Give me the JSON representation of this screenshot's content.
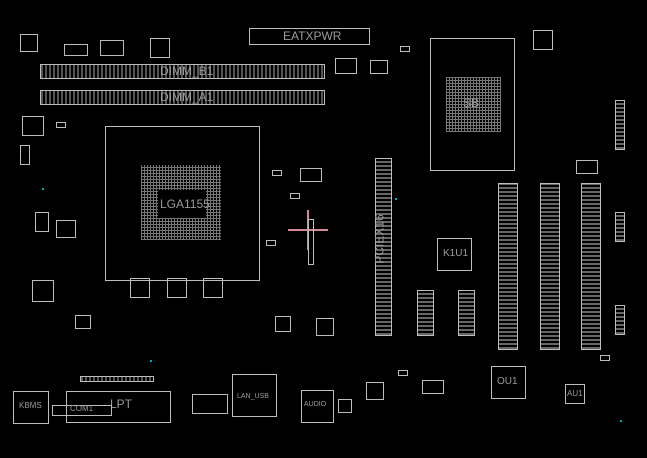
{
  "labels": {
    "eatxpwr": "EATXPWR",
    "dimm_b1": "DIMM_B1",
    "dimm_a1": "DIMM_A1",
    "cpu_socket": "LGA1155",
    "pcie": "PCIEX16",
    "k1u1": "K1U1",
    "ou1": "OU1",
    "au1": "AU1",
    "kbms": "KBMS",
    "lpt": "LPT",
    "com1": "COM1",
    "lan_usb": "LAN_USB",
    "audio": "AUDIO",
    "sb": "SB"
  },
  "colors": {
    "outline": "#bdbdbd",
    "pin": "#0aa",
    "cursor": "#d48a94"
  }
}
